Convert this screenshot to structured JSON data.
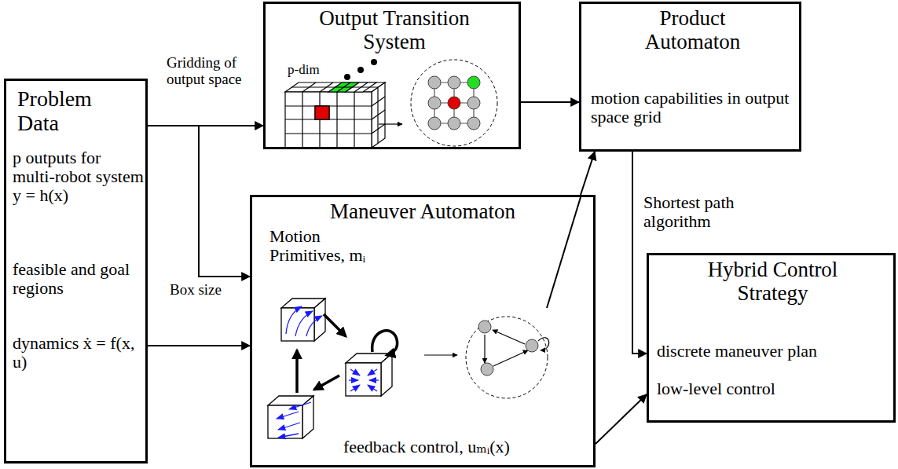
{
  "diagram": {
    "nodes": [
      {
        "text": [
          "Problem Data",
          "p outputs for multi-robot system y = h(x)",
          "feasible and goal regions",
          "dynamics ẋ = f(x, u)"
        ]
      },
      {
        "text": [
          "Output Transition System"
        ]
      },
      {
        "text": [
          "Product Automaton",
          "motion capabilities in output space grid"
        ]
      },
      {
        "text": [
          "Maneuver Automaton",
          "Motion Primitives, mᵢ",
          "feedback control, uₘᵢ(x)"
        ]
      },
      {
        "text": [
          "Hybrid Control Strategy",
          "discrete maneuver plan",
          "low-level control"
        ]
      }
    ],
    "edges": [
      {
        "from": 0,
        "to": 1,
        "arrow": "to",
        "label": "Gridding of output space"
      },
      {
        "from": 0,
        "to": 3,
        "arrow": "to",
        "label": "Box size"
      },
      {
        "from": 0,
        "to": 3,
        "arrow": "to"
      },
      {
        "from": 1,
        "to": 2,
        "arrow": "to"
      },
      {
        "from": 3,
        "to": 2,
        "arrow": "to"
      },
      {
        "from": 2,
        "to": 4,
        "arrow": "to",
        "label": "Shortest path algorithm"
      },
      {
        "from": 3,
        "to": 4,
        "arrow": "to"
      }
    ],
    "labels": [
      "p-dim"
    ]
  }
}
